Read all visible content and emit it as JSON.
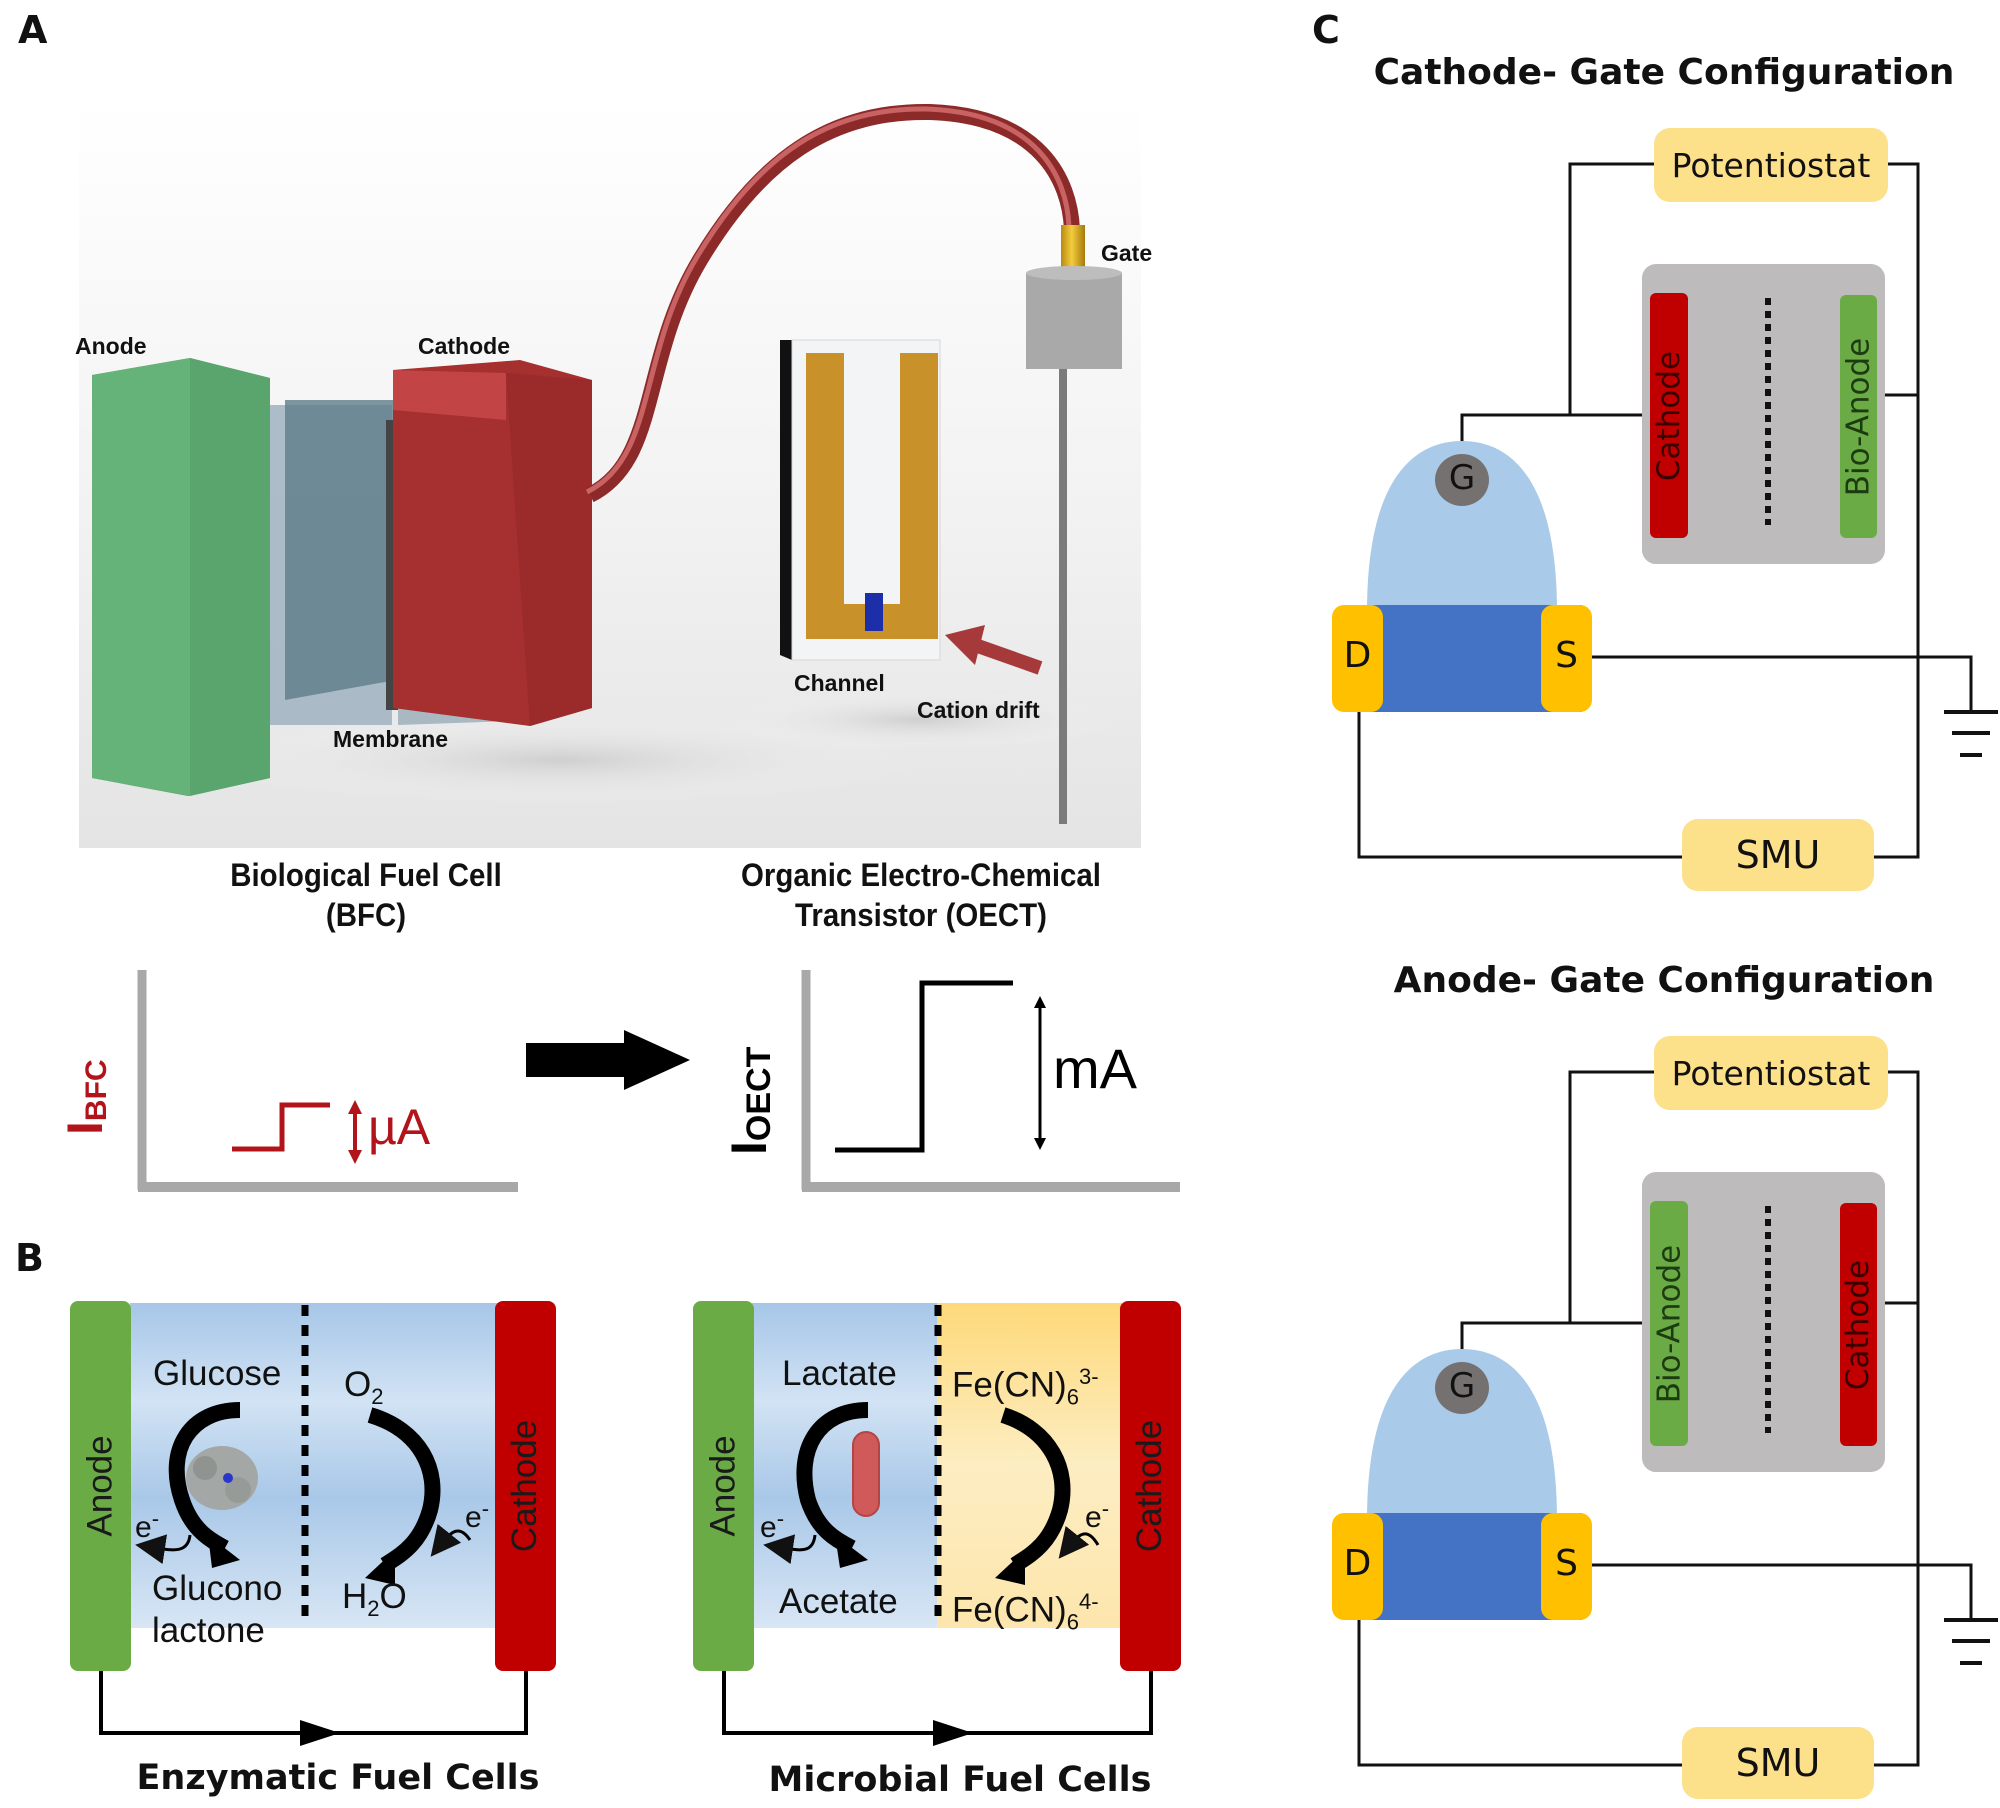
{
  "panels": {
    "a": {
      "letter": "A",
      "labels": {
        "anode": "Anode",
        "cathode": "Cathode",
        "membrane": "Membrane",
        "gate": "Gate",
        "channel": "Channel",
        "cation_drift": "Cation drift"
      },
      "captions": {
        "bfc_line1": "Biological Fuel Cell",
        "bfc_line2": "(BFC)",
        "oect_line1": "Organic Electro-Chemical",
        "oect_line2": "Transistor (OECT)"
      },
      "graphs": {
        "bfc_axis_main": "I",
        "bfc_axis_sub": "BFC",
        "bfc_unit": "µA",
        "oect_axis_main": "I",
        "oect_axis_sub": "OECT",
        "oect_unit": "mA"
      },
      "colors": {
        "anode": "#5fae73",
        "cathode": "#b8393c",
        "bfc_signal": "#b2141b",
        "axis_gray": "#a8a8a8"
      }
    },
    "b": {
      "letter": "B",
      "enzymatic": {
        "title": "Enzymatic Fuel Cells",
        "anode": "Anode",
        "cathode": "Cathode",
        "reactant_left": "Glucose",
        "product_left_1": "Glucono",
        "product_left_2": "lactone",
        "reactant_right": "O",
        "reactant_right_sub": "2",
        "product_right_a": "H",
        "product_right_sub": "2",
        "product_right_b": "O",
        "electron_left": "e",
        "electron_right": "e",
        "electron_sup": "-"
      },
      "microbial": {
        "title": "Microbial Fuel Cells",
        "anode": "Anode",
        "cathode": "Cathode",
        "reactant_left": "Lactate",
        "product_left": "Acetate",
        "reactant_right": "Fe(CN)",
        "reactant_right_sub": "6",
        "reactant_right_sup": "3-",
        "product_right": "Fe(CN)",
        "product_right_sub": "6",
        "product_right_sup": "4-",
        "electron_left": "e",
        "electron_right": "e",
        "electron_sup": "-"
      },
      "colors": {
        "anode": "#6aab45",
        "cathode": "#c00000",
        "electrolyte_blue": "#a9c8e8",
        "electrolyte_yellow": "#fde6a6"
      }
    },
    "c": {
      "letter": "C",
      "configurations": [
        {
          "title": "Cathode- Gate Configuration",
          "potentiostat": "Potentiostat",
          "smu": "SMU",
          "left_electrode": "Cathode",
          "right_electrode": "Bio-Anode",
          "gate": "G",
          "drain": "D",
          "source": "S"
        },
        {
          "title": "Anode- Gate Configuration",
          "potentiostat": "Potentiostat",
          "smu": "SMU",
          "left_electrode": "Bio-Anode",
          "right_electrode": "Cathode",
          "gate": "G",
          "drain": "D",
          "source": "S"
        }
      ],
      "colors": {
        "instrument_fill": "#fde08a",
        "cell_fill": "#bdbbbc",
        "cathode_fill": "#c00000",
        "bioanode_fill": "#6aab45",
        "dome_fill": "#a9cbe9",
        "channel_fill": "#4472c4",
        "contact_fill": "#ffc000",
        "gate_fill": "#767171"
      }
    }
  }
}
